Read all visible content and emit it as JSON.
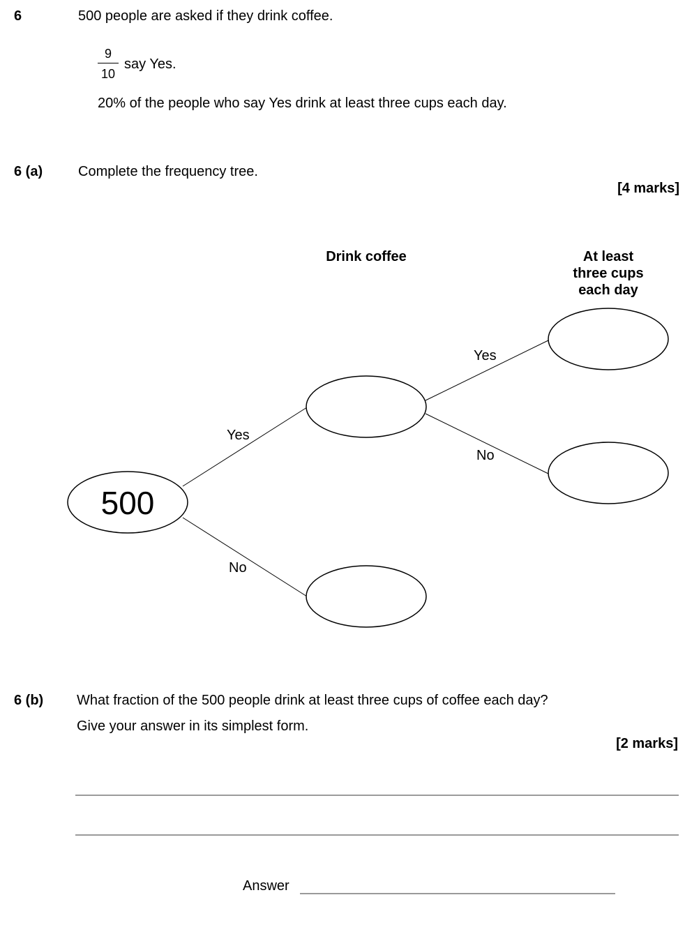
{
  "question": {
    "number": "6",
    "intro": "500 people are asked if they drink coffee.",
    "fraction_numerator": "9",
    "fraction_denominator": "10",
    "fraction_suffix": "say Yes.",
    "percent_line": "20% of the people who say Yes drink at least three cups each day."
  },
  "part_a": {
    "label": "6 (a)",
    "instruction": "Complete the frequency tree.",
    "marks": "[4 marks]"
  },
  "tree": {
    "heading_drink": "Drink coffee",
    "heading_cups_line1": "At least",
    "heading_cups_line2": "three cups",
    "heading_cups_line3": "each day",
    "root_value": "500",
    "label_yes_1": "Yes",
    "label_no_1": "No",
    "label_yes_2": "Yes",
    "label_no_2": "No",
    "yes_value": "",
    "no_value": "",
    "yes_yes_value": "",
    "yes_no_value": ""
  },
  "part_b": {
    "label": "6 (b)",
    "question": "What fraction of the 500 people drink at least three cups of coffee each day?",
    "instruction": "Give your answer in its simplest form.",
    "marks": "[2 marks]",
    "answer_label": "Answer",
    "answer_value": ""
  }
}
